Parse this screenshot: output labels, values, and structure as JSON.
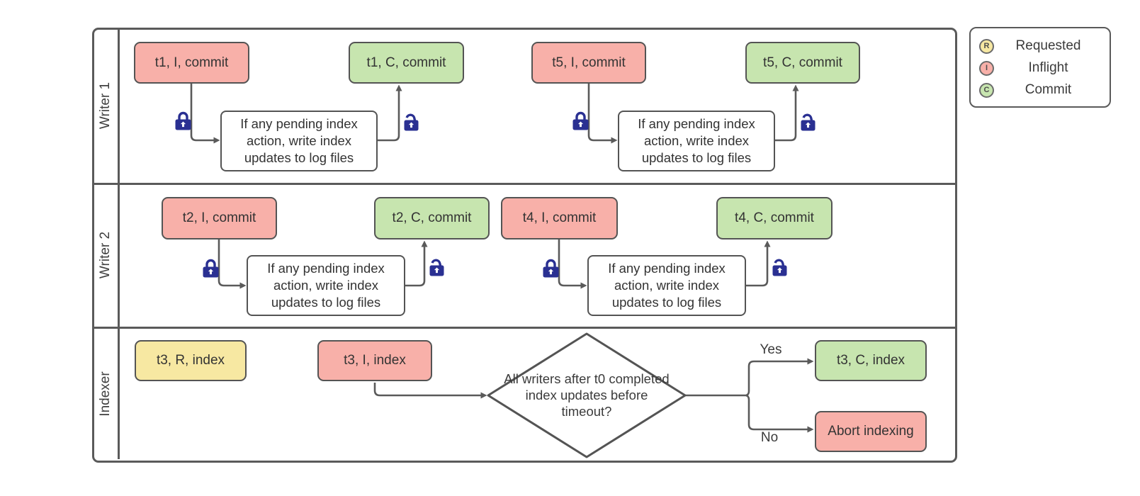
{
  "diagram": {
    "lanes": [
      {
        "label": "Writer 1",
        "groups": [
          {
            "inflight": "t1, I, commit",
            "process": "If any pending index action, write index updates to log files",
            "commit": "t1, C, commit"
          },
          {
            "inflight": "t5, I, commit",
            "process": "If any pending index action, write index updates to log files",
            "commit": "t5, C, commit"
          }
        ]
      },
      {
        "label": "Writer 2",
        "groups": [
          {
            "inflight": "t2, I, commit",
            "process": "If any pending index action, write index updates to log files",
            "commit": "t2, C, commit"
          },
          {
            "inflight": "t4, I, commit",
            "process": "If any pending index action, write index updates to log files",
            "commit": "t4, C, commit"
          }
        ]
      },
      {
        "label": "Indexer",
        "requested": "t3, R, index",
        "inflight": "t3, I, index",
        "decision": "All writers after t0 completed index updates before timeout?",
        "yes_label": "Yes",
        "no_label": "No",
        "commit": "t3, C, index",
        "abort": "Abort indexing"
      }
    ],
    "legend": {
      "items": [
        {
          "letter": "R",
          "label": "Requested",
          "color": "#f7e8a2"
        },
        {
          "letter": "I",
          "label": "Inflight",
          "color": "#f8b0a9"
        },
        {
          "letter": "C",
          "label": "Commit",
          "color": "#c7e5af"
        }
      ]
    },
    "colors": {
      "requested_fill": "#f7e8a2",
      "inflight_fill": "#f8b0a9",
      "commit_fill": "#c7e5af",
      "node_border": "#545454",
      "connector": "#5a5a5a",
      "lock": "#2a3092"
    }
  }
}
